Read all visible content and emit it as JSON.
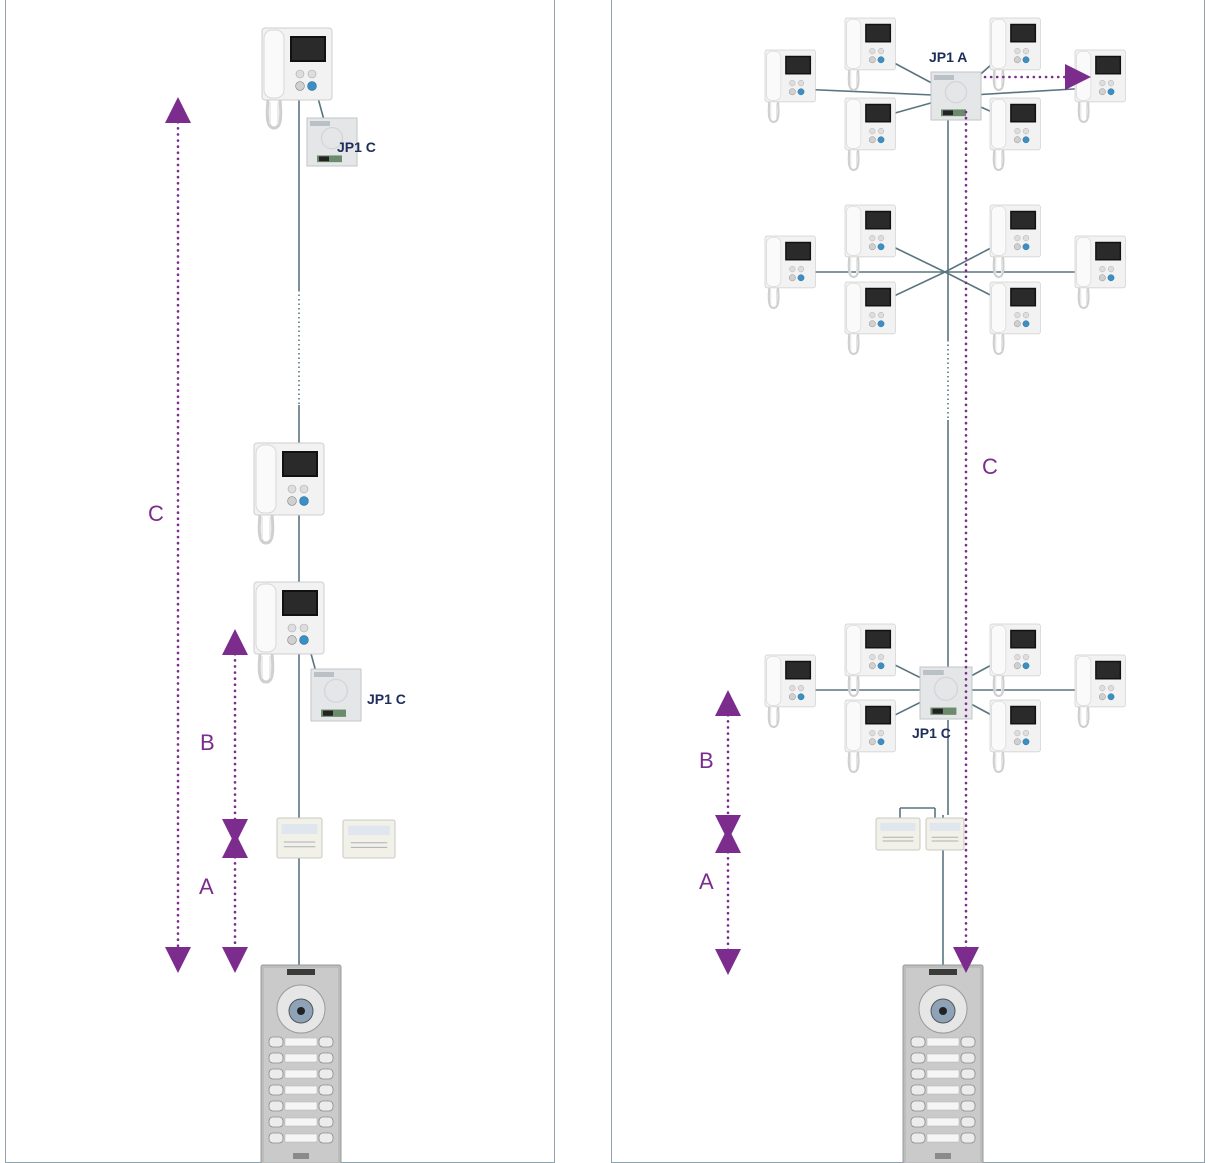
{
  "colors": {
    "wire": "#5a7580",
    "dimension_arrow": "#7b2c8c",
    "device_label": "#1e2d5a",
    "panel_border": "#8fa3ad",
    "device_body": "#eeeeee",
    "screen": "#111111",
    "door_panel": "#bcbcbc"
  },
  "left_diagram": {
    "top_module_label": "JP1 C",
    "bottom_module_label": "JP1 C",
    "distance_c": "C",
    "distance_b": "B",
    "distance_a": "A"
  },
  "right_diagram": {
    "top_hub_label": "JP1 A",
    "bottom_hub_label": "JP1 C",
    "distance_c": "C",
    "distance_b": "B",
    "distance_a": "A"
  }
}
